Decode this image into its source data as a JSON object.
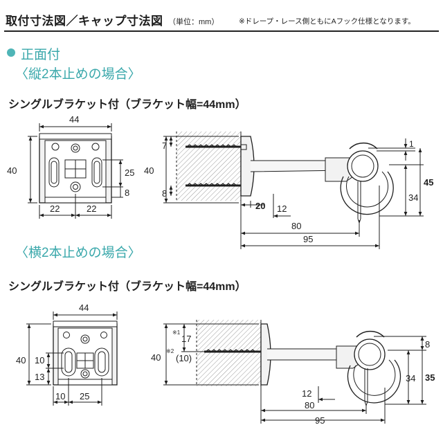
{
  "header": {
    "title": "取付寸法図／キャップ寸法図",
    "unit": "（単位：mm）",
    "note": "※ドレープ・レース側ともにAフック仕様となります。"
  },
  "section": {
    "title": "正面付",
    "vertical": {
      "subtitle": "〈縦2本止めの場合〉",
      "bracket_label": "シングルブラケット付（ブラケット幅=44mm）",
      "front": {
        "width": "44",
        "height": "40",
        "left": "22",
        "right": "22",
        "screw_pitch": "25",
        "bottom": "8"
      },
      "side": {
        "height": "40",
        "top": "7",
        "bottom": "8",
        "gap": "1",
        "total": "45",
        "lower": "34",
        "depth": "20",
        "screw": "12",
        "reach": "80",
        "overall": "95"
      }
    },
    "horizontal": {
      "subtitle": "〈横2本止めの場合〉",
      "bracket_label": "シングルブラケット付（ブラケット幅=44mm）",
      "front": {
        "width": "44",
        "height": "40",
        "mid": "10",
        "lower": "13",
        "left": "10",
        "pitch": "25"
      },
      "side": {
        "height": "40",
        "note1": "※1",
        "top": "17",
        "note2": "※2",
        "top2": "(10)",
        "gap": "8",
        "total": "35",
        "lower": "34",
        "screw": "12",
        "reach": "80",
        "overall": "95"
      }
    }
  },
  "colors": {
    "accent": "#3aa8ab",
    "bullet": "#4fb5b7",
    "line": "#1e1e1e",
    "fill": "#f1f1f1",
    "hatch": "#9a9a9a"
  }
}
